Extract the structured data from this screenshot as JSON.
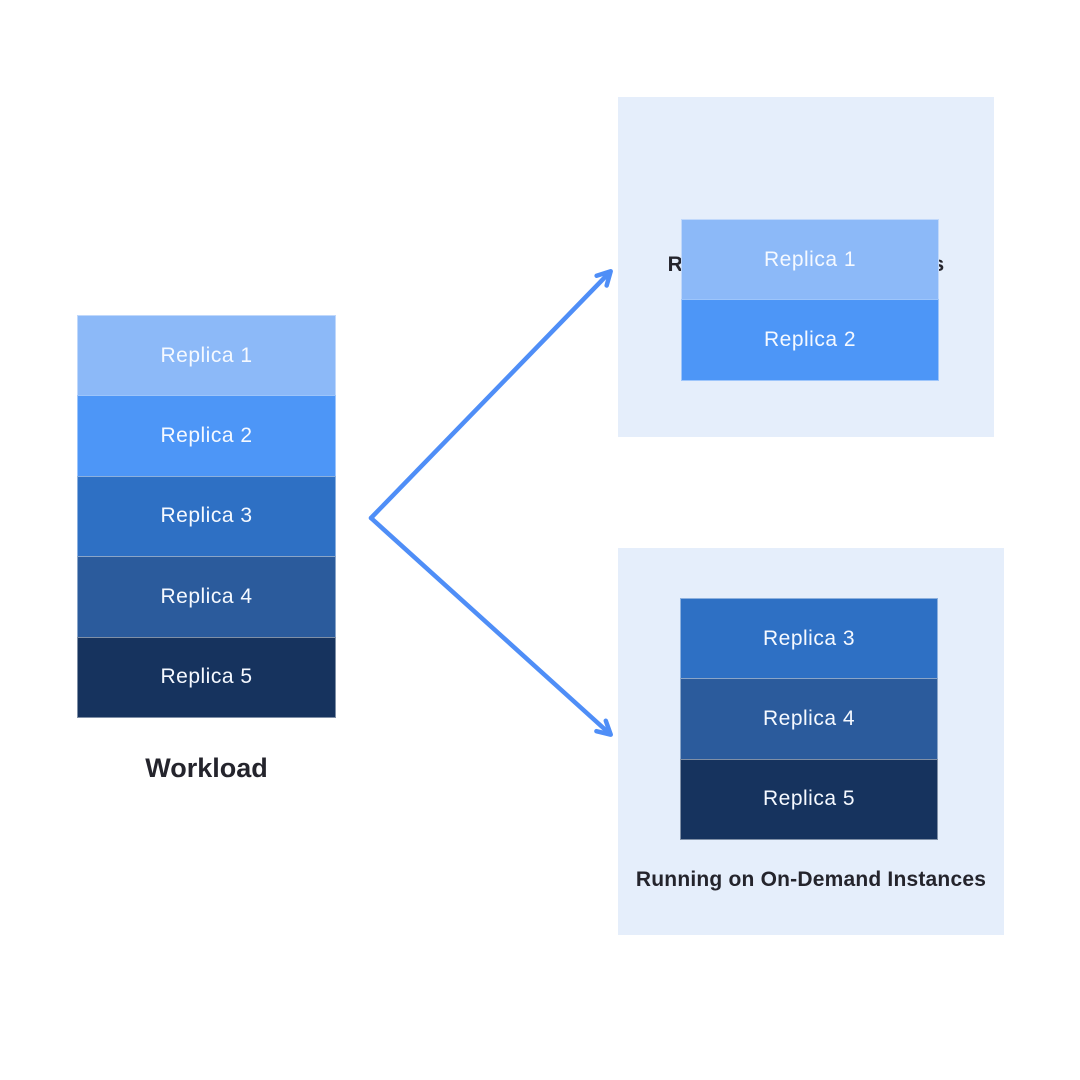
{
  "colors": {
    "page_bg": "#FFFFFF",
    "panel_bg": "#E5EEFB",
    "arrow": "#4F8EF7",
    "title_text": "#24242C",
    "replica_text": "#F5F9FF"
  },
  "workload": {
    "label": "Workload",
    "replicas": [
      {
        "label": "Replica 1",
        "color": "#8CB9F8"
      },
      {
        "label": "Replica 2",
        "color": "#4D96F7"
      },
      {
        "label": "Replica 3",
        "color": "#2E70C4"
      },
      {
        "label": "Replica 4",
        "color": "#2B5B9C"
      },
      {
        "label": "Replica 5",
        "color": "#16335E"
      }
    ]
  },
  "spot_group": {
    "title": "Running on Spot Instances",
    "replicas": [
      {
        "label": "Replica 1",
        "color": "#8CB9F8"
      },
      {
        "label": "Replica 2",
        "color": "#4D96F7"
      }
    ]
  },
  "ondemand_group": {
    "title": "Running on On-Demand Instances",
    "replicas": [
      {
        "label": "Replica 3",
        "color": "#2E70C4"
      },
      {
        "label": "Replica 4",
        "color": "#2B5B9C"
      },
      {
        "label": "Replica 5",
        "color": "#16335E"
      }
    ]
  }
}
